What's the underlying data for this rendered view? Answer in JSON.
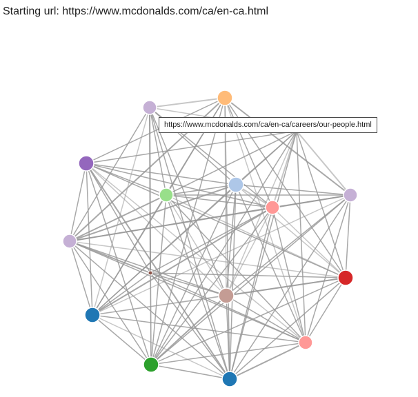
{
  "header": {
    "starting_url_label": "Starting url: https://www.mcdonalds.com/ca/en-ca.html"
  },
  "tooltip": {
    "text": "https://www.mcdonalds.com/ca/en-ca/careers/our-people.html"
  },
  "graph": {
    "nodes": [
      {
        "id": "n1",
        "color": "#ffbb78",
        "size": "large"
      },
      {
        "id": "n2",
        "color": "#c5b0d5",
        "size": "medium"
      },
      {
        "id": "n3",
        "color": "#9467bd",
        "size": "large"
      },
      {
        "id": "n4",
        "color": "#aec7e8",
        "size": "large"
      },
      {
        "id": "n5",
        "color": "#98df8a",
        "size": "medium"
      },
      {
        "id": "n6",
        "color": "#ff9896",
        "size": "medium"
      },
      {
        "id": "n7",
        "color": "#c5b0d5",
        "size": "medium"
      },
      {
        "id": "n8",
        "color": "#c5b0d5",
        "size": "medium"
      },
      {
        "id": "n9",
        "color": "#8c564b",
        "size": "tiny"
      },
      {
        "id": "n10",
        "color": "#d62728",
        "size": "large"
      },
      {
        "id": "n11",
        "color": "#c49c94",
        "size": "large"
      },
      {
        "id": "n12",
        "color": "#1f77b4",
        "size": "large"
      },
      {
        "id": "n13",
        "color": "#ff9896",
        "size": "medium"
      },
      {
        "id": "n14",
        "color": "#2ca02c",
        "size": "large"
      },
      {
        "id": "n15",
        "color": "#1f77b4",
        "size": "large"
      },
      {
        "id": "hub",
        "color": "#1f77b4",
        "size": "hidden"
      }
    ],
    "edges": [
      [
        "n2",
        "n1"
      ],
      [
        "n2",
        "n5"
      ],
      [
        "n2",
        "n4"
      ],
      [
        "n2",
        "n6"
      ],
      [
        "n2",
        "n11"
      ],
      [
        "n2",
        "n12"
      ],
      [
        "n2",
        "n14"
      ],
      [
        "n2",
        "n9"
      ],
      [
        "n2",
        "n15"
      ],
      [
        "n2",
        "n8"
      ],
      [
        "n2",
        "hub"
      ],
      [
        "n1",
        "n3"
      ],
      [
        "n1",
        "n5"
      ],
      [
        "n1",
        "n6"
      ],
      [
        "n1",
        "n8"
      ],
      [
        "n1",
        "n11"
      ],
      [
        "n1",
        "n12"
      ],
      [
        "n1",
        "n14"
      ],
      [
        "n1",
        "n15"
      ],
      [
        "n1",
        "n10"
      ],
      [
        "n1",
        "n13"
      ],
      [
        "n1",
        "n7"
      ],
      [
        "n3",
        "n5"
      ],
      [
        "n3",
        "n4"
      ],
      [
        "n3",
        "n6"
      ],
      [
        "n3",
        "n11"
      ],
      [
        "n3",
        "n12"
      ],
      [
        "n3",
        "n14"
      ],
      [
        "n3",
        "n15"
      ],
      [
        "n3",
        "n10"
      ],
      [
        "n3",
        "n13"
      ],
      [
        "n3",
        "n8"
      ],
      [
        "n3",
        "n9"
      ],
      [
        "n3",
        "hub"
      ],
      [
        "n4",
        "n5"
      ],
      [
        "n4",
        "n6"
      ],
      [
        "n4",
        "n7"
      ],
      [
        "n4",
        "n11"
      ],
      [
        "n4",
        "n12"
      ],
      [
        "n4",
        "n14"
      ],
      [
        "n4",
        "n10"
      ],
      [
        "n4",
        "n13"
      ],
      [
        "n4",
        "n8"
      ],
      [
        "n4",
        "n15"
      ],
      [
        "n5",
        "n6"
      ],
      [
        "n5",
        "n11"
      ],
      [
        "n5",
        "n12"
      ],
      [
        "n5",
        "n14"
      ],
      [
        "n5",
        "n15"
      ],
      [
        "n5",
        "n8"
      ],
      [
        "n5",
        "n10"
      ],
      [
        "n5",
        "n13"
      ],
      [
        "n5",
        "n7"
      ],
      [
        "n5",
        "hub"
      ],
      [
        "n6",
        "n7"
      ],
      [
        "n6",
        "n11"
      ],
      [
        "n6",
        "n12"
      ],
      [
        "n6",
        "n14"
      ],
      [
        "n6",
        "n15"
      ],
      [
        "n6",
        "n8"
      ],
      [
        "n6",
        "n10"
      ],
      [
        "n6",
        "n13"
      ],
      [
        "n6",
        "n9"
      ],
      [
        "n7",
        "n8"
      ],
      [
        "n7",
        "n11"
      ],
      [
        "n7",
        "n12"
      ],
      [
        "n7",
        "n14"
      ],
      [
        "n7",
        "n15"
      ],
      [
        "n7",
        "n10"
      ],
      [
        "n7",
        "n13"
      ],
      [
        "n7",
        "hub"
      ],
      [
        "n8",
        "n11"
      ],
      [
        "n8",
        "n12"
      ],
      [
        "n8",
        "n14"
      ],
      [
        "n8",
        "n15"
      ],
      [
        "n8",
        "n10"
      ],
      [
        "n8",
        "n13"
      ],
      [
        "n8",
        "n9"
      ],
      [
        "n9",
        "n11"
      ],
      [
        "n9",
        "n12"
      ],
      [
        "n9",
        "n14"
      ],
      [
        "n9",
        "n15"
      ],
      [
        "n9",
        "n10"
      ],
      [
        "n9",
        "n13"
      ],
      [
        "n10",
        "n11"
      ],
      [
        "n10",
        "n12"
      ],
      [
        "n10",
        "n14"
      ],
      [
        "n10",
        "n15"
      ],
      [
        "n10",
        "n13"
      ],
      [
        "n10",
        "hub"
      ],
      [
        "n11",
        "n12"
      ],
      [
        "n11",
        "n14"
      ],
      [
        "n11",
        "n15"
      ],
      [
        "n11",
        "n13"
      ],
      [
        "n12",
        "n14"
      ],
      [
        "n12",
        "n15"
      ],
      [
        "n12",
        "n13"
      ],
      [
        "n13",
        "n14"
      ],
      [
        "n13",
        "n15"
      ],
      [
        "n14",
        "n15"
      ],
      [
        "hub",
        "n11"
      ],
      [
        "hub",
        "n12"
      ],
      [
        "hub",
        "n14"
      ],
      [
        "hub",
        "n15"
      ],
      [
        "hub",
        "n13"
      ],
      [
        "hub",
        "n6"
      ],
      [
        "hub",
        "n4"
      ]
    ]
  }
}
